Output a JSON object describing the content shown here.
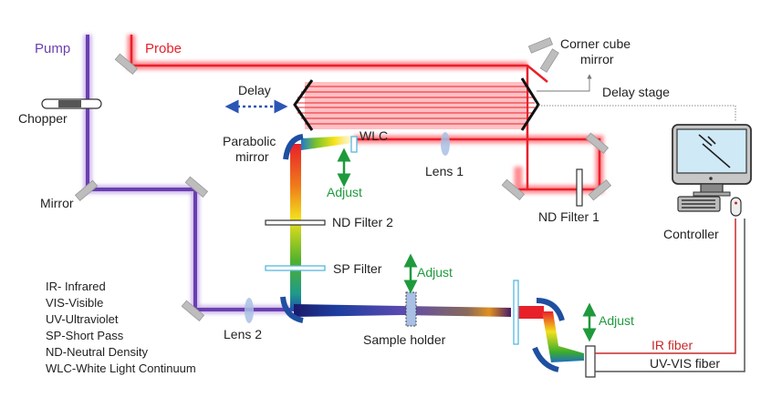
{
  "beams": {
    "pump_label": "Pump",
    "probe_label": "Probe"
  },
  "labels": {
    "chopper": "Chopper",
    "mirror": "Mirror",
    "delay": "Delay",
    "corner_cube_line1": "Corner cube",
    "corner_cube_line2": "mirror",
    "delay_stage": "Delay stage",
    "parabolic_line1": "Parabolic",
    "parabolic_line2": "mirror",
    "wlc": "WLC",
    "lens1": "Lens 1",
    "lens2": "Lens 2",
    "nd_filter_1": "ND Filter 1",
    "nd_filter_2": "ND Filter 2",
    "sp_filter": "SP Filter",
    "sample_holder": "Sample holder",
    "adjust": "Adjust",
    "controller": "Controller",
    "ir_fiber": "IR fiber",
    "uvvis_fiber": "UV-VIS  fiber"
  },
  "legend": [
    "IR- Infrared",
    "VIS-Visible",
    "UV-Ultraviolet",
    "SP-Short Pass",
    "ND-Neutral Density",
    "WLC-White Light Continuum"
  ],
  "colors": {
    "pump": "#6a3fb0",
    "probe": "#e8202a",
    "adjust": "#1e9a3c",
    "delay_arrow": "#2b56b5",
    "mirror": "#b8b8b8",
    "parabolic": "#1f4fa0",
    "filter": "#56b8e0"
  }
}
